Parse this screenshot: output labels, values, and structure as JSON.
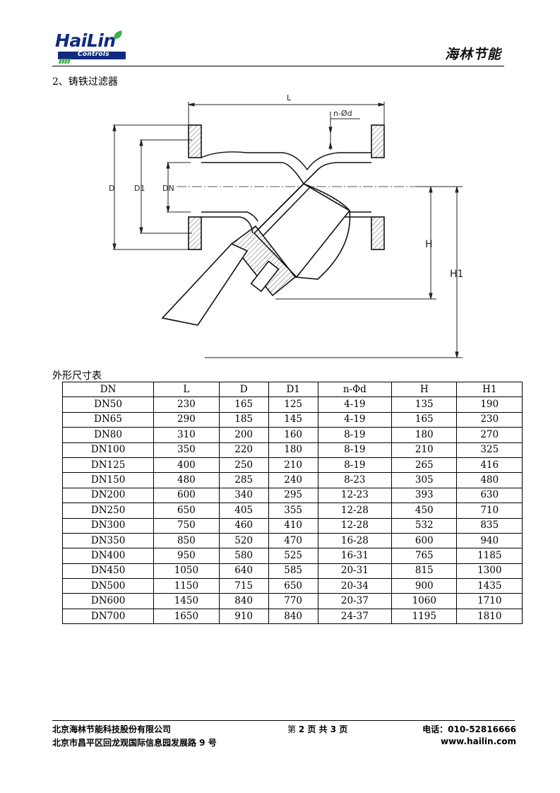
{
  "header": {
    "logo_text": "HaiLin",
    "logo_sub": "Controls",
    "brand_cn": "海林节能"
  },
  "section_title": "2、铸铁过滤器",
  "drawing_labels": {
    "L": "L",
    "nd": "n-Ød",
    "D": "D",
    "D1": "D1",
    "DN": "DN",
    "H": "H",
    "H1": "H1"
  },
  "table": {
    "title": "外形尺寸表",
    "headers": [
      "DN",
      "L",
      "D",
      "D1",
      "n-Φd",
      "H",
      "H1"
    ],
    "rows": [
      [
        "DN50",
        "230",
        "165",
        "125",
        "4-19",
        "135",
        "190"
      ],
      [
        "DN65",
        "290",
        "185",
        "145",
        "4-19",
        "165",
        "230"
      ],
      [
        "DN80",
        "310",
        "200",
        "160",
        "8-19",
        "180",
        "270"
      ],
      [
        "DN100",
        "350",
        "220",
        "180",
        "8-19",
        "210",
        "325"
      ],
      [
        "DN125",
        "400",
        "250",
        "210",
        "8-19",
        "265",
        "416"
      ],
      [
        "DN150",
        "480",
        "285",
        "240",
        "8-23",
        "305",
        "480"
      ],
      [
        "DN200",
        "600",
        "340",
        "295",
        "12-23",
        "393",
        "630"
      ],
      [
        "DN250",
        "650",
        "405",
        "355",
        "12-28",
        "450",
        "710"
      ],
      [
        "DN300",
        "750",
        "460",
        "410",
        "12-28",
        "532",
        "835"
      ],
      [
        "DN350",
        "850",
        "520",
        "470",
        "16-28",
        "600",
        "940"
      ],
      [
        "DN400",
        "950",
        "580",
        "525",
        "16-31",
        "765",
        "1185"
      ],
      [
        "DN450",
        "1050",
        "640",
        "585",
        "20-31",
        "815",
        "1300"
      ],
      [
        "DN500",
        "1150",
        "715",
        "650",
        "20-34",
        "900",
        "1435"
      ],
      [
        "DN600",
        "1450",
        "840",
        "770",
        "20-37",
        "1060",
        "1710"
      ],
      [
        "DN700",
        "1650",
        "910",
        "840",
        "24-37",
        "1195",
        "1810"
      ]
    ]
  },
  "footer": {
    "company": "北京海林节能科技股份有限公司",
    "address": "北京市昌平区回龙观国际信息园发展路 9 号",
    "page_prefix": "第 ",
    "page_current": "2",
    "page_middle": " 页  共 ",
    "page_total": "3",
    "page_suffix": " 页",
    "phone": "电话：010-52816666",
    "website": "www.hailin.com"
  }
}
